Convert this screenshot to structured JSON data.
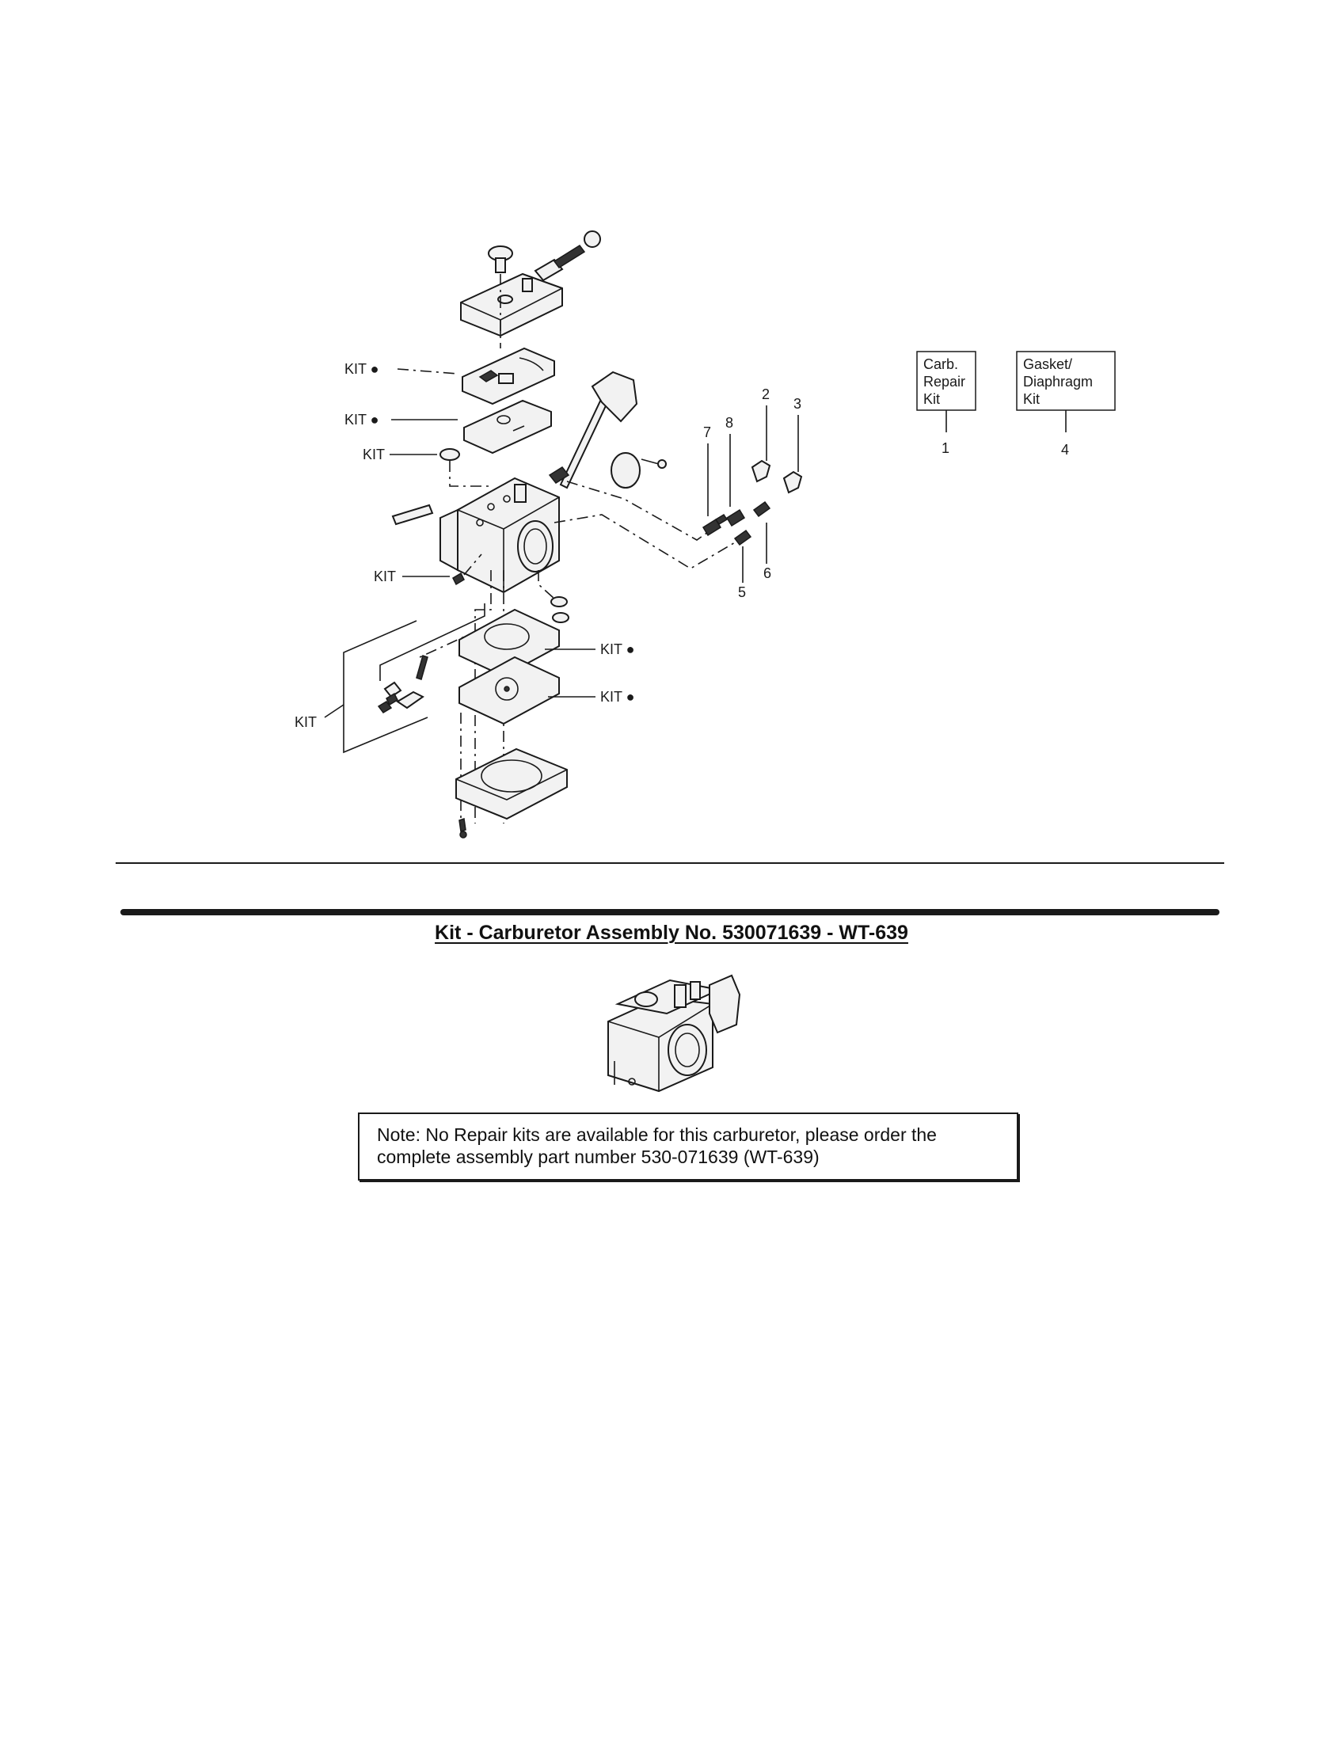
{
  "callouts": {
    "kit_bullet": "KIT ●",
    "kit": "KIT"
  },
  "part_numbers": [
    "1",
    "2",
    "3",
    "4",
    "5",
    "6",
    "7",
    "8"
  ],
  "kit_boxes": {
    "carb_repair": {
      "line1": "Carb.",
      "line2": "Repair",
      "line3": "Kit",
      "ref": "1"
    },
    "gasket_diaphragm": {
      "line1": "Gasket/",
      "line2": "Diaphragm",
      "line3": "Kit",
      "ref": "4"
    }
  },
  "section": {
    "title": "Kit - Carburetor Assembly No. 530071639 - WT-639"
  },
  "note": {
    "text": "Note: No Repair kits are available for this carburetor, please order the complete assembly part number 530-071639 (WT-639)"
  },
  "colors": {
    "ink": "#1a1a1a",
    "paper": "#ffffff"
  }
}
